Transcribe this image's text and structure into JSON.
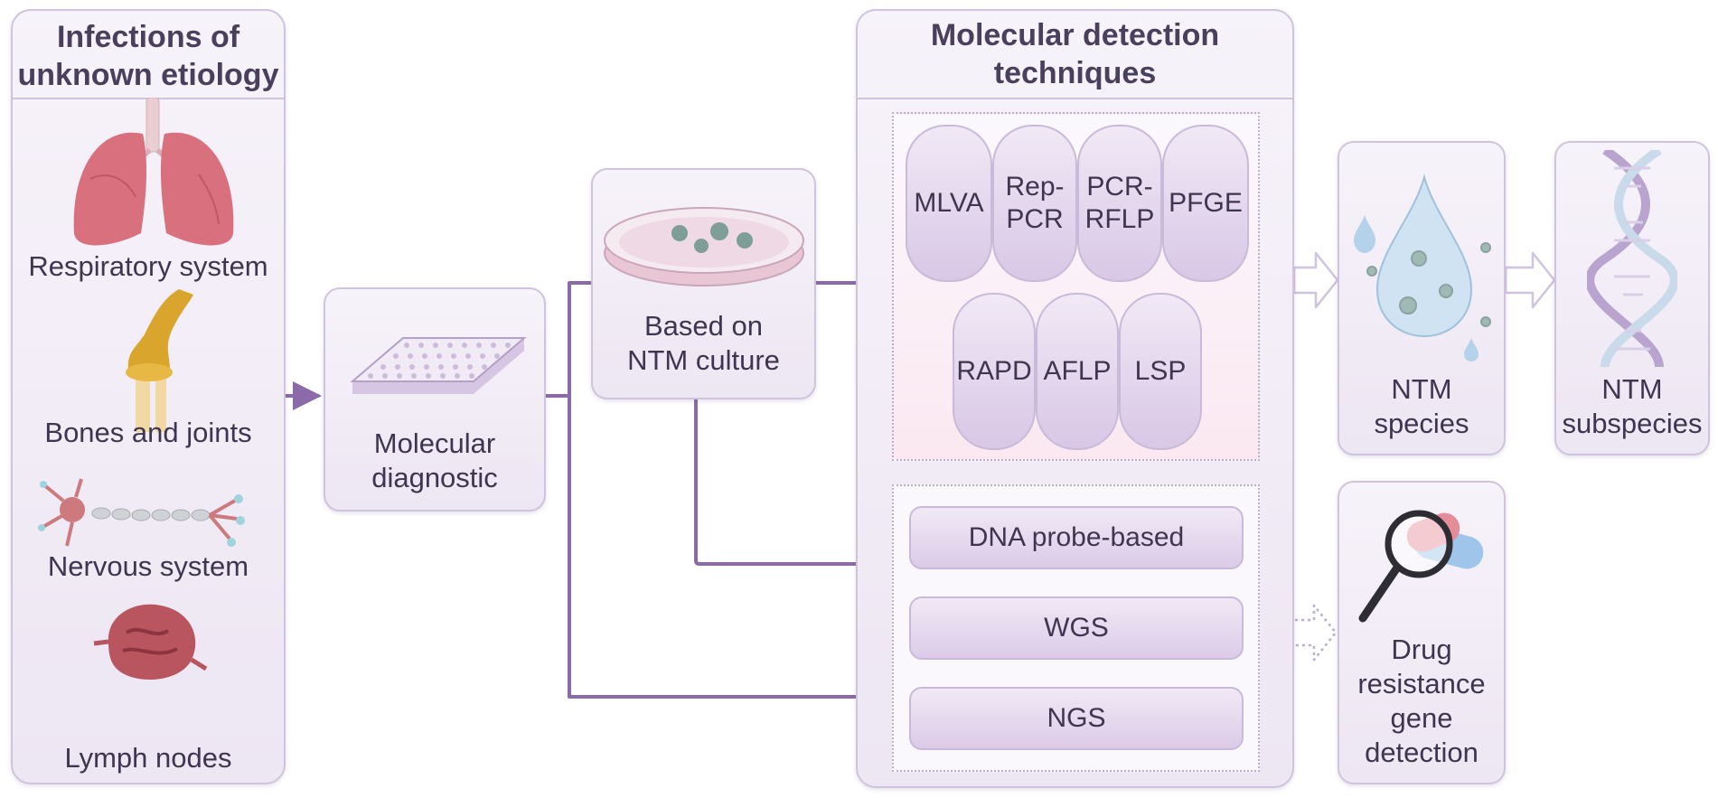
{
  "left_panel": {
    "title_line1": "Infections of",
    "title_line2": "unknown etiology",
    "items": [
      {
        "label": "Respiratory system",
        "icon": "lungs-icon"
      },
      {
        "label": "Bones and joints",
        "icon": "bone-joint-icon"
      },
      {
        "label": "Nervous system",
        "icon": "neuron-icon"
      },
      {
        "label": "Lymph nodes",
        "icon": "lymph-node-icon"
      }
    ]
  },
  "molecular_diagnostic": {
    "line1": "Molecular",
    "line2": "diagnostic",
    "icon": "microplate-icon"
  },
  "culture": {
    "line1": "Based on",
    "line2": "NTM culture",
    "icon": "petri-dish-icon"
  },
  "techniques_panel": {
    "title_line1": "Molecular detection",
    "title_line2": "techniques",
    "typing_methods": [
      {
        "lines": [
          "MLVA"
        ]
      },
      {
        "lines": [
          "Rep-",
          "PCR"
        ]
      },
      {
        "lines": [
          "PCR-",
          "RFLP"
        ]
      },
      {
        "lines": [
          "PFGE"
        ]
      },
      {
        "lines": [
          "RAPD"
        ]
      },
      {
        "lines": [
          "AFLP"
        ]
      },
      {
        "lines": [
          "LSP"
        ]
      }
    ],
    "sequencing_methods": [
      "DNA probe-based",
      "WGS",
      "NGS"
    ]
  },
  "species": {
    "line1": "NTM",
    "line2": "species",
    "icon": "water-drop-bacteria-icon"
  },
  "subspecies": {
    "line1": "NTM",
    "line2": "subspecies",
    "icon": "dna-helix-icon"
  },
  "drug_resistance": {
    "line1": "Drug",
    "line2": "resistance",
    "line3": "gene",
    "line4": "detection",
    "icon": "magnifier-capsule-icon"
  },
  "colors": {
    "arrow": "#8a6aa8",
    "border": "#cfc3dd",
    "text": "#3f3550"
  }
}
